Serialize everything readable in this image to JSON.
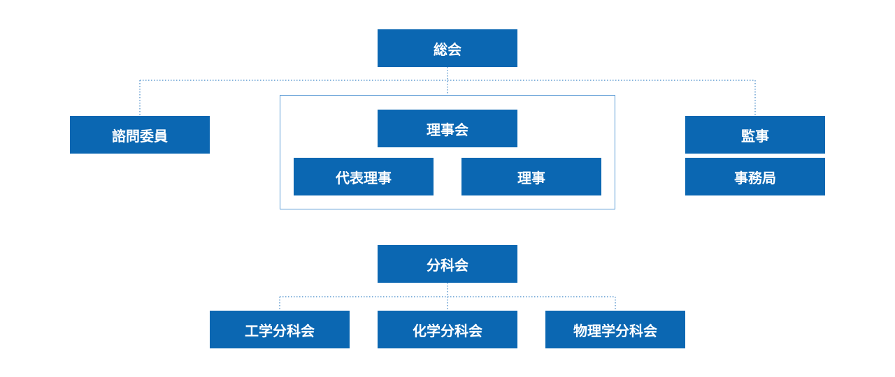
{
  "org_chart": {
    "general_assembly": "総会",
    "advisory_committee": "諮問委員",
    "board": {
      "title": "理事会",
      "representative_director": "代表理事",
      "director": "理事"
    },
    "auditor": "監事",
    "secretariat": "事務局",
    "subcommittees": {
      "title": "分科会",
      "items": [
        "工学分科会",
        "化学分科会",
        "物理学分科会"
      ]
    }
  },
  "colors": {
    "box_fill": "#0b67b2",
    "box_text": "#ffffff",
    "frame_border": "#5b9bd5",
    "connector": "#3f86c6"
  }
}
